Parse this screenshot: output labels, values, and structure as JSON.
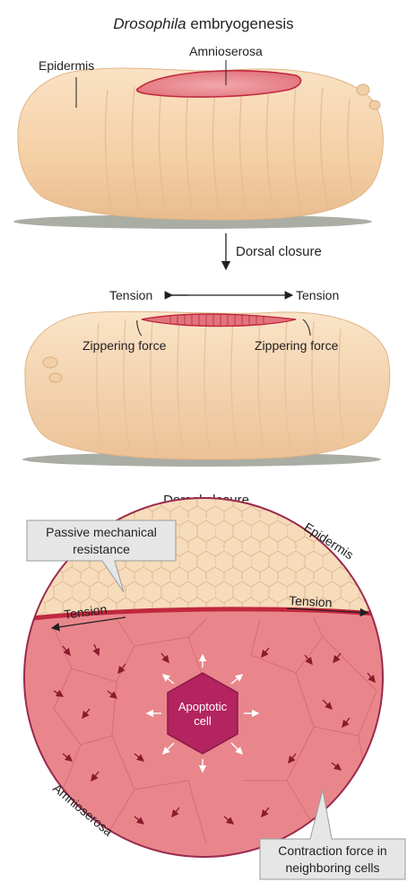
{
  "top_title": {
    "italic": "Drosophila",
    "rest": " embryogenesis"
  },
  "embryo1": {
    "epidermis": "Epidermis",
    "amnioserosa": "Amnioserosa"
  },
  "arrow_label": "Dorsal closure",
  "embryo2": {
    "tension_left": "Tension",
    "tension_right": "Tension",
    "zipper_left": "Zippering force",
    "zipper_right": "Zippering force"
  },
  "detail": {
    "title": "Dorsal closure",
    "passive_line1": "Passive mechanical",
    "passive_line2": "resistance",
    "epidermis": "Epidermis",
    "tension_left": "Tension",
    "tension_right": "Tension",
    "apoptotic_line1": "Apoptotic",
    "apoptotic_line2": "cell",
    "amnioserosa": "Amnioserosa",
    "contraction_line1": "Contraction force in",
    "contraction_line2": "neighboring cells"
  },
  "colors": {
    "embryo": "#f6d5ad",
    "seam": "#c0283e",
    "amnio": "#e8808a",
    "apoptotic": "#b4245e",
    "callout": "#e6e6e6"
  }
}
